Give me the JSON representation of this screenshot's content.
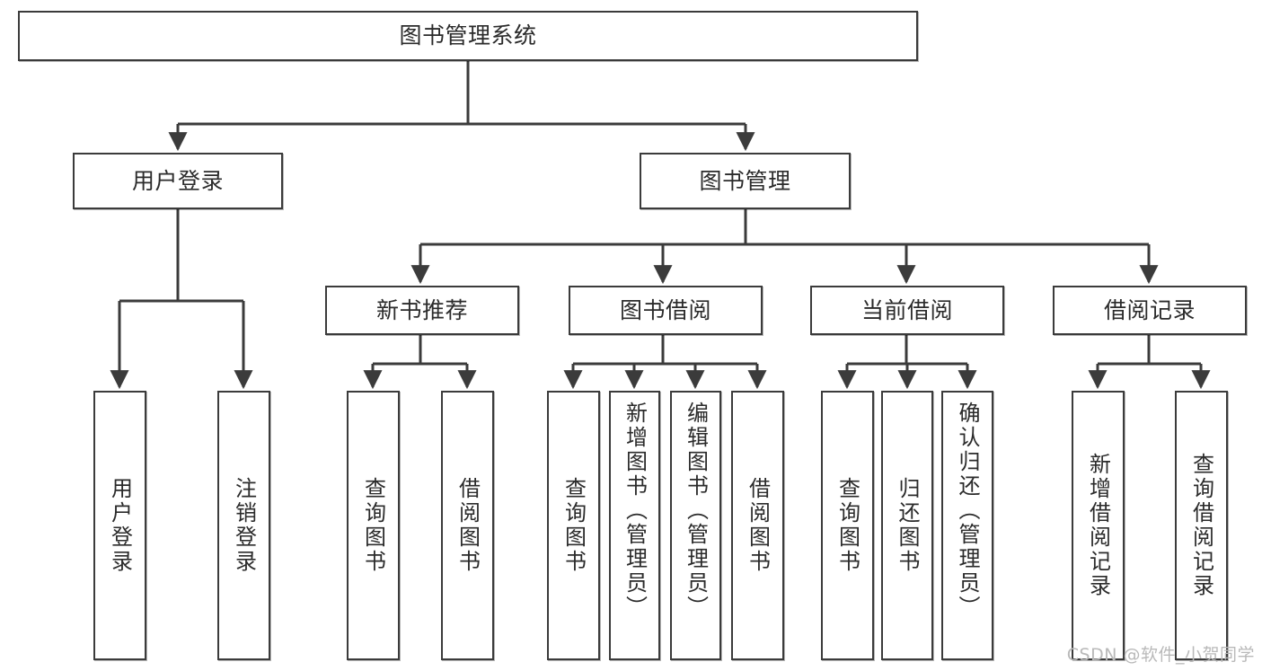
{
  "diagram": {
    "title": "图书管理系统",
    "type": "tree",
    "stroke_color": "#3b3b3b",
    "fill_color": "#ffffff",
    "text_color": "#2b2b2b",
    "watermark": "CSDN @软件_小贺同学"
  },
  "nodes": {
    "root": {
      "label": "图书管理系统"
    },
    "level2": [
      {
        "id": "user-login",
        "label": "用户登录"
      },
      {
        "id": "book-management",
        "label": "图书管理"
      }
    ],
    "level3": [
      {
        "id": "new-book-recommend",
        "label": "新书推荐"
      },
      {
        "id": "book-borrow",
        "label": "图书借阅"
      },
      {
        "id": "current-borrow",
        "label": "当前借阅"
      },
      {
        "id": "borrow-record",
        "label": "借阅记录"
      }
    ],
    "leaves": {
      "user_login": [
        {
          "id": "leaf-user-login",
          "label": "用户登录"
        },
        {
          "id": "leaf-logout-login",
          "label": "注销登录"
        }
      ],
      "new_book_recommend": [
        {
          "id": "leaf-query-book-1",
          "label": "查询图书"
        },
        {
          "id": "leaf-borrow-book-1",
          "label": "借阅图书"
        }
      ],
      "book_borrow": [
        {
          "id": "leaf-query-book-2",
          "label": "查询图书"
        },
        {
          "id": "leaf-add-book",
          "label": "新增图书（管理员）"
        },
        {
          "id": "leaf-edit-book",
          "label": "编辑图书（管理员）"
        },
        {
          "id": "leaf-borrow-book-2",
          "label": "借阅图书"
        }
      ],
      "current_borrow": [
        {
          "id": "leaf-query-book-3",
          "label": "查询图书"
        },
        {
          "id": "leaf-return-book",
          "label": "归还图书"
        },
        {
          "id": "leaf-confirm-return",
          "label": "确认归还（管理员）"
        }
      ],
      "borrow_record": [
        {
          "id": "leaf-add-record",
          "label": "新增借阅记录"
        },
        {
          "id": "leaf-query-record",
          "label": "查询借阅记录"
        }
      ]
    }
  }
}
